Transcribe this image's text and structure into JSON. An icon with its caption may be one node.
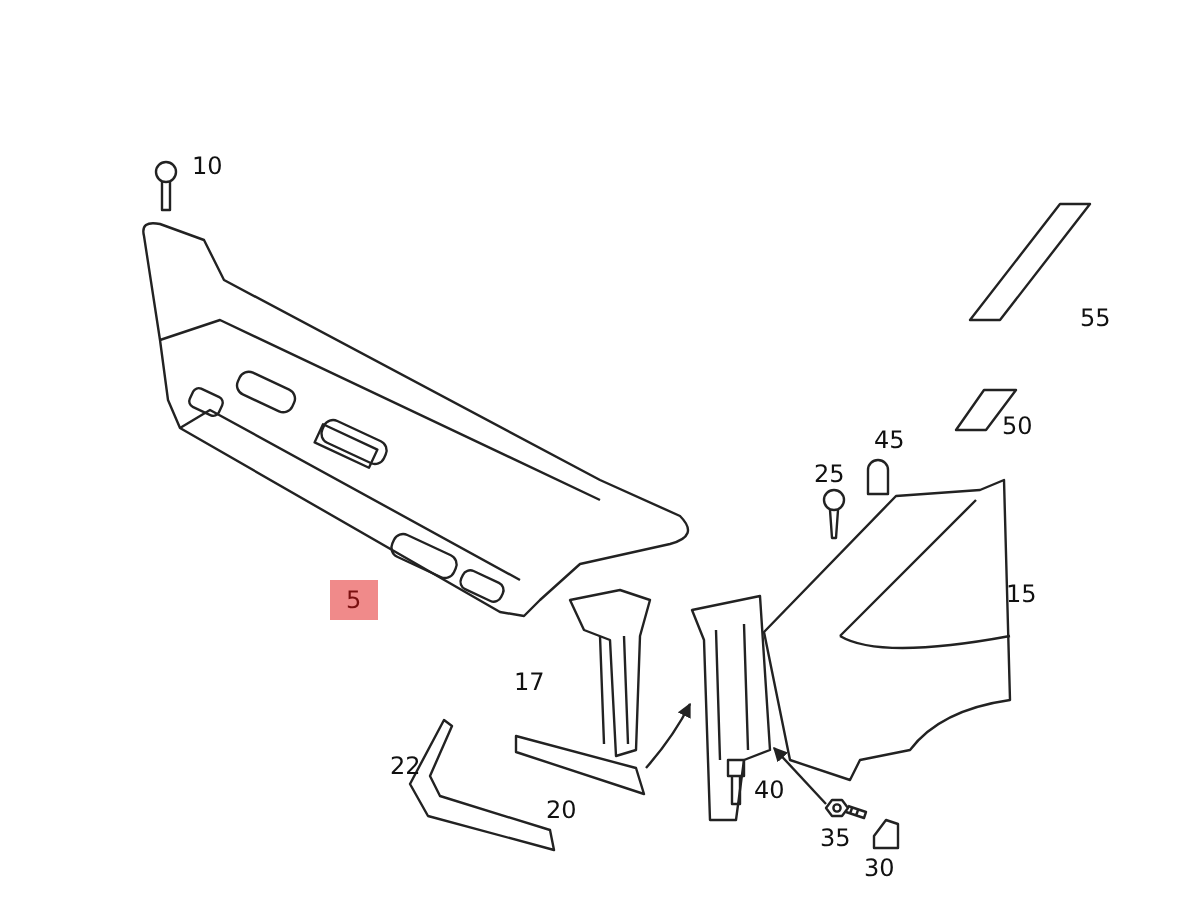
{
  "diagram": {
    "nodes": [
      {
        "text": [],
        "shape": "picture"
      },
      {
        "text": [],
        "shape": "picture"
      },
      {
        "text": [],
        "shape": "picture"
      }
    ],
    "edges": [
      {
        "from": 0,
        "to": 2,
        "arrow": "to"
      },
      {
        "from": 1,
        "to": 2,
        "arrow": "to"
      }
    ],
    "labels": [
      "10",
      "55",
      "50",
      "45",
      "25",
      "15",
      "5",
      "17",
      "22",
      "20",
      "40",
      "35",
      "30"
    ]
  }
}
